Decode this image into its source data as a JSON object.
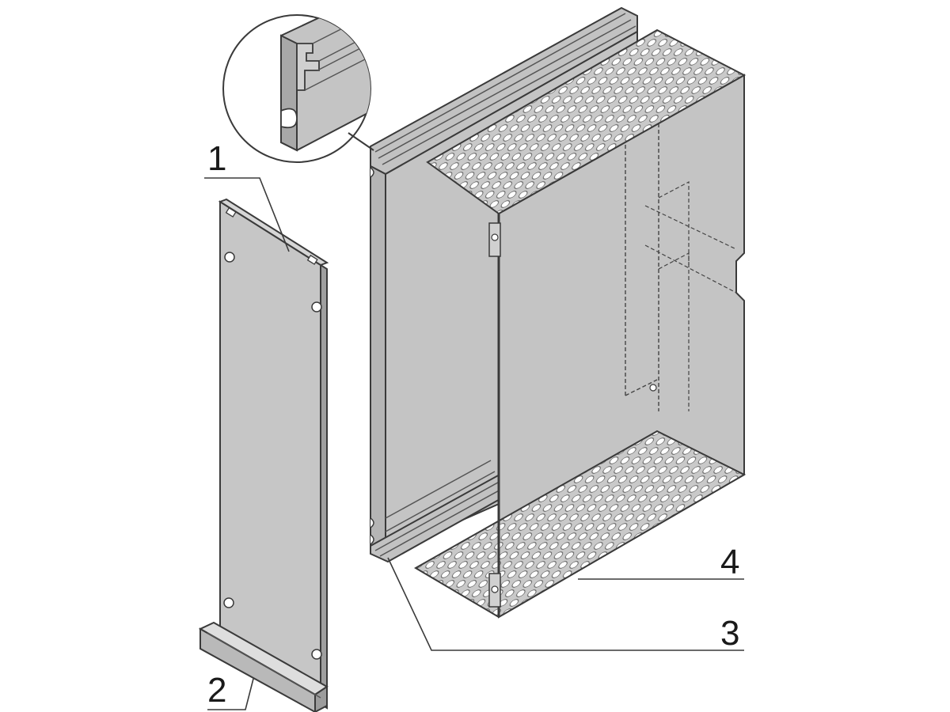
{
  "callouts": {
    "one": "1",
    "two": "2",
    "three": "3",
    "four": "4"
  },
  "colors": {
    "panel": "#c8c8c8",
    "panel_dark": "#a9a9a9",
    "panel_light": "#dcdcdc",
    "outline": "#3a3a3a",
    "background": "#ffffff"
  }
}
